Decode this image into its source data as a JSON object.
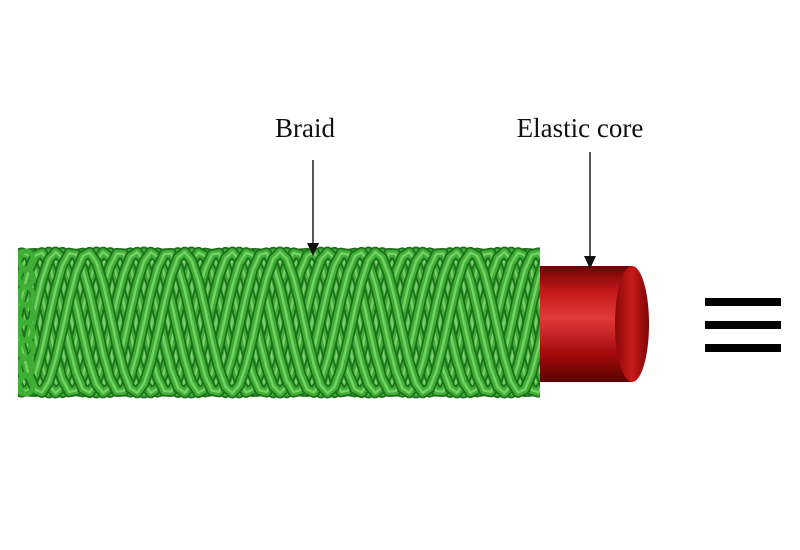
{
  "labels": {
    "braid": "Braid",
    "core": "Elastic core"
  },
  "icons": {
    "equivalence": "identical-to-symbol"
  },
  "colors": {
    "braid": "#3fae35",
    "braid_dark": "#1d6f1a",
    "braid_light": "#8be07a",
    "core": "#b30d0d",
    "core_dark": "#6e0303",
    "core_light": "#e03a3a",
    "text": "#111111"
  }
}
